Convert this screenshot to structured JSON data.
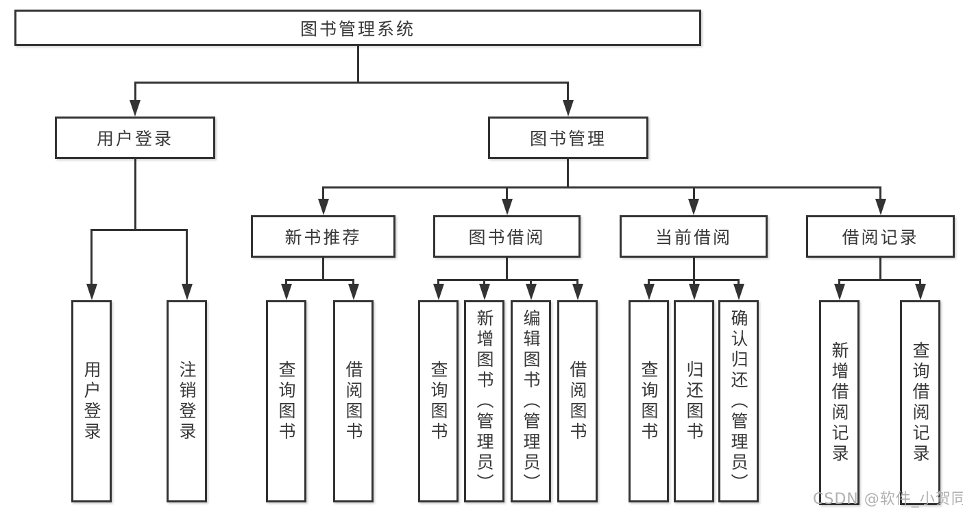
{
  "diagram_title": "图书管理系统",
  "nodes": {
    "root": "图书管理系统",
    "level2": {
      "userLogin": "用户登录",
      "bookMgmt": "图书管理"
    },
    "level3": {
      "newBooks": "新书推荐",
      "bookBorrow": "图书借阅",
      "currentBorrow": "当前借阅",
      "borrowRecords": "借阅记录"
    },
    "leaves": {
      "userLogin": [
        "用户登录",
        "注销登录"
      ],
      "newBooks": [
        "查询图书",
        "借阅图书"
      ],
      "bookBorrow": [
        "查询图书",
        "新增图书（管理员）",
        "编辑图书（管理员）",
        "借阅图书"
      ],
      "currentBorrow": [
        "查询图书",
        "归还图书",
        "确认归还（管理员）"
      ],
      "borrowRecords": [
        "新增借阅记录",
        "查询借阅记录"
      ]
    }
  },
  "watermark": "CSDN @软件_小贺同学",
  "colors": {
    "line": "#333333",
    "text": "#383838",
    "box_background": "#ffffff",
    "watermark": "#b0b0b0"
  }
}
